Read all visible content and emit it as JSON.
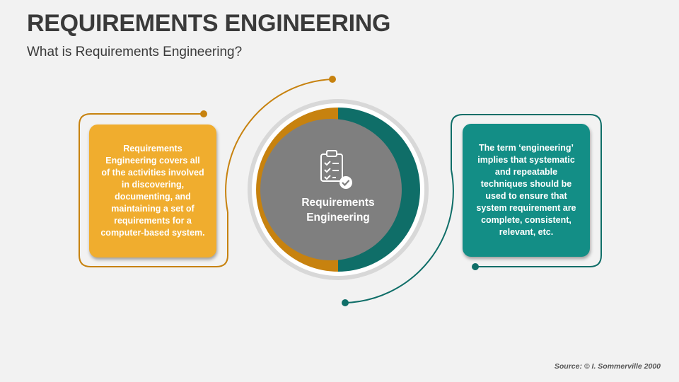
{
  "header": {
    "title": "REQUIREMENTS ENGINEERING",
    "subtitle": "What is Requirements Engineering?"
  },
  "diagram": {
    "center_label": "Requirements Engineering",
    "center_icon": "checklist-clipboard-icon",
    "left_box_text": "Requirements Engineering covers all of the activities involved in discovering, documenting, and maintaining a set of requirements for a computer-based system.",
    "right_box_text": "The term ‘engineering’ implies that systematic and repeatable techniques should be used to ensure that system requirement are complete, consistent, relevant, etc."
  },
  "footer": {
    "source": "Source: © I. Sommerville 2000"
  },
  "colors": {
    "orange": "#f0ad2e",
    "dark_orange": "#c7820f",
    "teal": "#138e86",
    "dark_teal": "#0f6e68",
    "gray": "#7f7f7f",
    "ring": "#d8d8d8"
  }
}
